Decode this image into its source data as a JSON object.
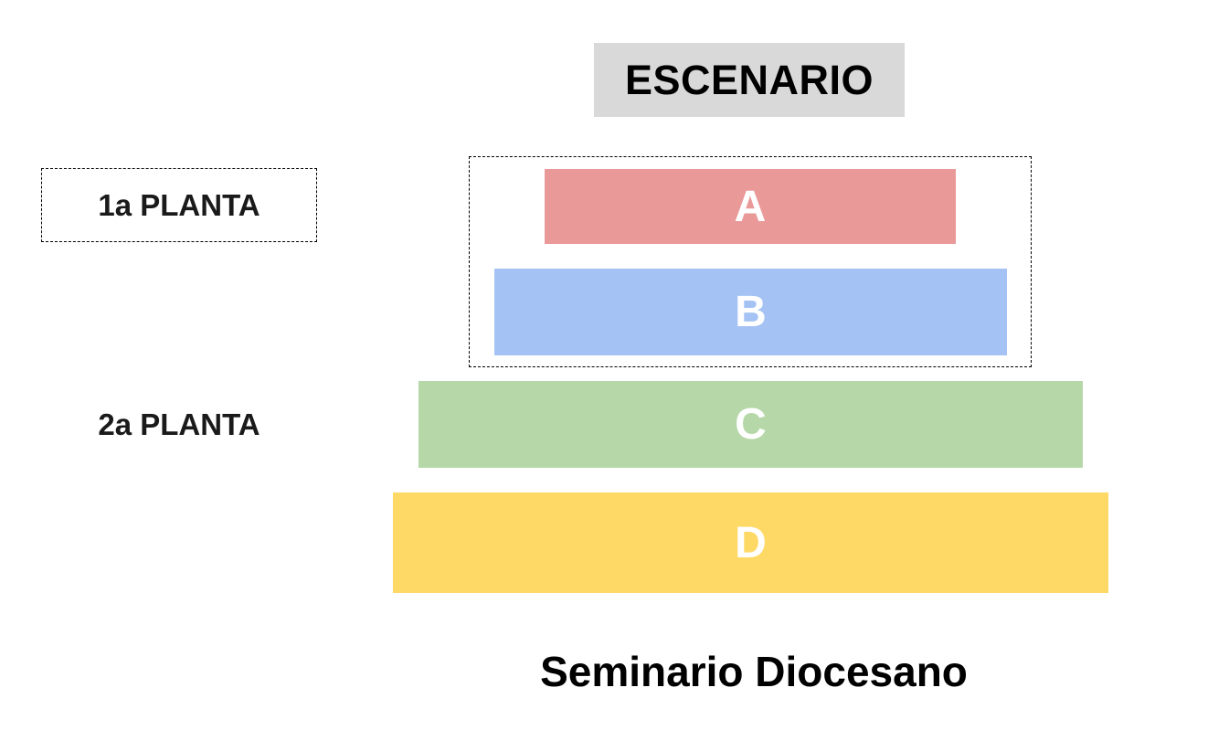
{
  "title": {
    "label": "ESCENARIO",
    "background_color": "#d9d9d9"
  },
  "floors": [
    {
      "label": "1a PLANTA",
      "boxed": true
    },
    {
      "label": "2a PLANTA",
      "boxed": false
    }
  ],
  "sections": [
    {
      "label": "A",
      "color": "#ea9999",
      "floor": "1a PLANTA"
    },
    {
      "label": "B",
      "color": "#a4c2f4",
      "floor": "1a PLANTA"
    },
    {
      "label": "C",
      "color": "#b6d7a8",
      "floor": "2a PLANTA"
    },
    {
      "label": "D",
      "color": "#ffd966",
      "floor": "2a PLANTA"
    }
  ],
  "footer": {
    "label": "Seminario Diocesano"
  }
}
